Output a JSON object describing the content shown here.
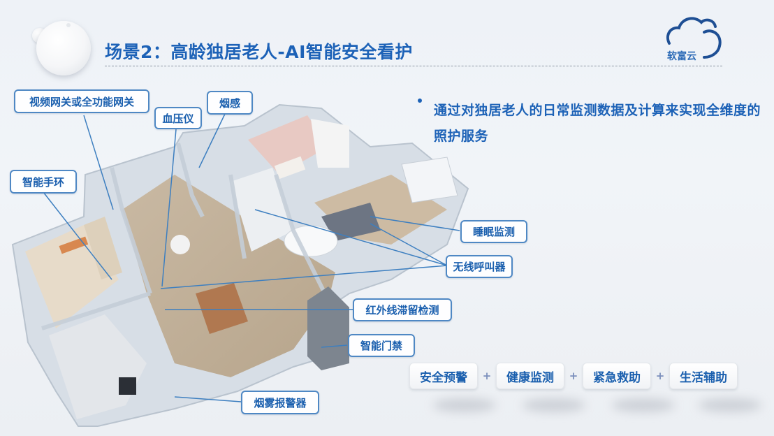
{
  "header": {
    "title": "场景2：高龄独居老人-AI智能安全看护",
    "logo_text": "软富云",
    "logo_icon": "cloud-icon",
    "colors": {
      "title": "#1d62b7",
      "logo": "#2a69b6"
    }
  },
  "description": {
    "bullet_icon": "bullet-dot",
    "text": "通过对独居老人的日常监测数据及计算来实现全维度的照护服务"
  },
  "floor_plan": {
    "image_description": "3D isometric apartment floor plan with living room, bedrooms, bathroom, kitchen",
    "callouts": [
      {
        "id": "gateway",
        "label": "视频网关或全功能网关"
      },
      {
        "id": "blood-pressure",
        "label": "血压仪"
      },
      {
        "id": "smoke-sensor",
        "label": "烟感"
      },
      {
        "id": "smart-band",
        "label": "智能手环"
      },
      {
        "id": "sleep-monitor",
        "label": "睡眠监测"
      },
      {
        "id": "wireless-caller",
        "label": "无线呼叫器"
      },
      {
        "id": "infrared-stay",
        "label": "红外线滞留检测"
      },
      {
        "id": "smart-door",
        "label": "智能门禁"
      },
      {
        "id": "smoke-alarm",
        "label": "烟雾报警器"
      }
    ],
    "colors": {
      "callout_border": "#4f88c4",
      "callout_text": "#1a5fae",
      "leader_line": "#3d7fc0"
    }
  },
  "features": {
    "items": [
      "安全预警",
      "健康监测",
      "紧急救助",
      "生活辅助"
    ],
    "separator": "+"
  }
}
